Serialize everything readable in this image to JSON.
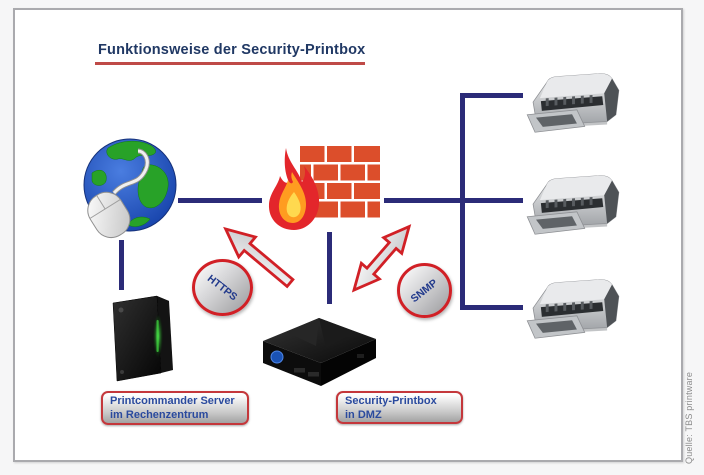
{
  "diagram": {
    "title": "Funktionsweise der Security-Printbox",
    "source_note": "Quelle: TBS printware"
  },
  "nodes": {
    "internet": {
      "icon": "globe-with-mouse-icon"
    },
    "firewall": {
      "icon": "firewall-bricks-flame-icon"
    },
    "server": {
      "icon": "server-tower-icon",
      "label_line1": "Printcommander Server",
      "label_line2": "im Rechenzentrum"
    },
    "printbox": {
      "icon": "mini-pc-box-icon",
      "label_line1": "Security-Printbox",
      "label_line2": "in DMZ"
    },
    "printers": {
      "icon": "printer-icon",
      "count": 3
    }
  },
  "connections": {
    "https": {
      "label": "HTTPS",
      "style": "one-way-arrow-to-firewall"
    },
    "snmp": {
      "label": "SNMP",
      "style": "bidirectional-arrow"
    }
  },
  "colors": {
    "line_navy": "#2b2b78",
    "title_navy": "#203864",
    "label_text_navy": "#2a4a9e",
    "red_accent": "#d12026",
    "underline_red": "#bf4a47",
    "brick_orange": "#dc4e2b"
  }
}
